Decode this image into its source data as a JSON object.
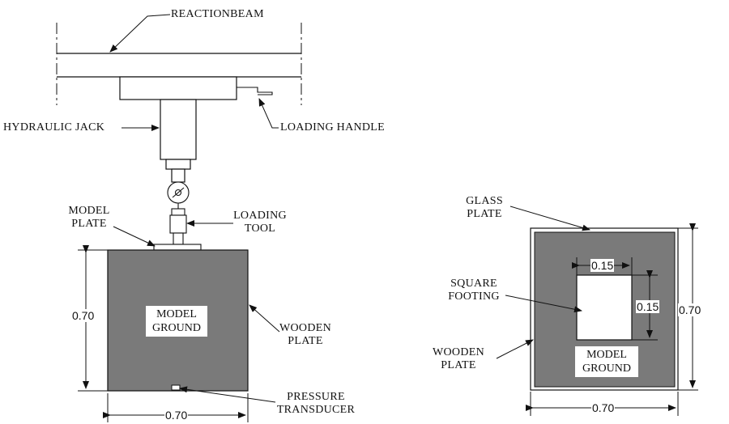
{
  "elevation": {
    "reaction_beam": "REACTIONBEAM",
    "loading_handle": "LOADING HANDLE",
    "hydraulic_jack": "HYDRAULIC JACK",
    "model_plate_1": "MODEL",
    "model_plate_2": "PLATE",
    "loading_tool_1": "LOADING",
    "loading_tool_2": "TOOL",
    "model_ground_1": "MODEL",
    "model_ground_2": "GROUND",
    "wooden_plate_1": "WOODEN",
    "wooden_plate_2": "PLATE",
    "pressure_transducer_1": "PRESSURE",
    "pressure_transducer_2": "TRANSDUCER",
    "height_dim": "0.70",
    "width_dim": "0.70"
  },
  "plan": {
    "glass_plate_1": "GLASS",
    "glass_plate_2": "PLATE",
    "square_footing_1": "SQUARE",
    "square_footing_2": "FOOTING",
    "wooden_plate_1": "WOODEN",
    "wooden_plate_2": "PLATE",
    "model_ground_1": "MODEL",
    "model_ground_2": "GROUND",
    "footing_width_dim": "0.15",
    "footing_height_dim": "0.15",
    "box_height_dim": "0.70",
    "box_width_dim": "0.70"
  },
  "colors": {
    "ground_fill": "#7a7a7a",
    "line": "#111111",
    "background": "#ffffff"
  }
}
